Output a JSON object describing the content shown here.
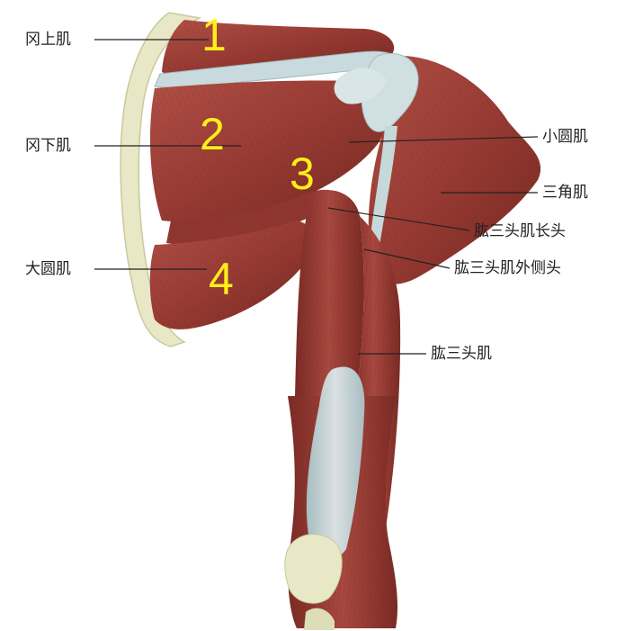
{
  "labels": {
    "supraspinatus": "冈上肌",
    "infraspinatus": "冈下肌",
    "teres_major": "大圆肌",
    "teres_minor": "小圆肌",
    "deltoid": "三角肌",
    "triceps_long_head": "肱三头肌长头",
    "triceps_lateral_head": "肱三头肌外侧头",
    "triceps": "肱三头肌"
  },
  "numbers": {
    "n1": "1",
    "n2": "2",
    "n3": "3",
    "n4": "4"
  },
  "colors": {
    "muscle": "#9a3d36",
    "muscle_dark": "#6e2520",
    "muscle_light": "#b5574c",
    "tendon": "#c6d9dc",
    "bone": "#e6e6c2",
    "marker": "#ffef1a"
  }
}
